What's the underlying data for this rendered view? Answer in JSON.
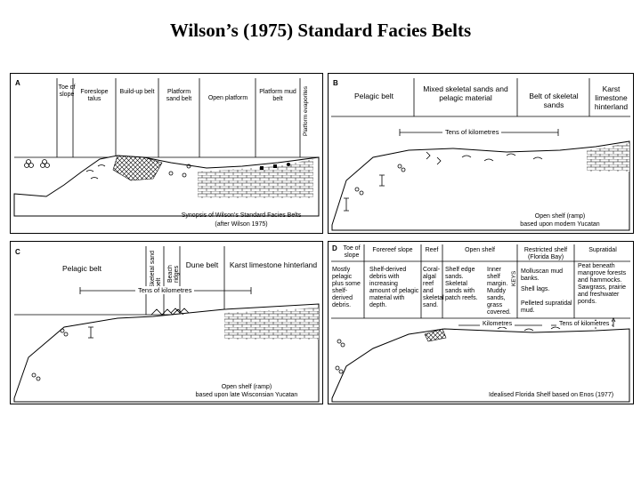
{
  "title": "Wilson’s (1975) Standard Facies Belts",
  "panelA": {
    "letter": "A",
    "belts": [
      "Toe of slope",
      "Foreslope talus",
      "Build-up belt",
      "Platform sand belt",
      "Open platform",
      "Platform mud belt",
      "Platform evaporites"
    ],
    "caption_line1": "Synopsis of Wilson’s Standard Facies Belts",
    "caption_line2": "(after Wilson 1975)"
  },
  "panelB": {
    "letter": "B",
    "belts": [
      "Pelagic belt",
      "Mixed skeletal sands and pelagic material",
      "Belt of skeletal sands",
      "Karst limestone hinterland"
    ],
    "scale": "Tens of kilometres",
    "caption_line1": "Open shelf (ramp)",
    "caption_line2": "based upon modern Yucatan"
  },
  "panelC": {
    "letter": "C",
    "belts": [
      "Pelagic belt",
      "Skeletal sand belt",
      "Beach ridges",
      "Dune belt",
      "Karst limestone hinterland"
    ],
    "scale": "Tens of kilometres",
    "caption_line1": "Open shelf (ramp)",
    "caption_line2": "based upon late Wisconsian Yucatan"
  },
  "panelD": {
    "letter": "D",
    "headers": [
      "Toe of slope",
      "Forereef slope",
      "Reef",
      "Open shelf",
      "Restricted shelf (Florida Bay)",
      "Supratidal"
    ],
    "desc": {
      "toe": "Mostly pelagic plus some shelf-derived debris.",
      "forereef": "Shelf-derived debris with increasing amount of pelagic material with depth.",
      "reef": "Coral-algal reef and skeletal sand.",
      "openshelf": "Shelf edge sands. Skeletal sands with patch reefs.",
      "inner": "Inner shelf margin. Muddy sands, grass covered.",
      "keys": "KEYS",
      "restricted1": "Molluscan mud banks.",
      "restricted2": "Shell lags.",
      "restricted3": "Pelleted supratidal mud.",
      "supratidal": "Peat beneath mangrove forests and hammocks. Sawgrass, prairie and freshwater ponds."
    },
    "scale_km": "Kilometres",
    "scale_tens": "Tens of kilometres",
    "caption": "Idealised Florida Shelf based on Enos (1977)"
  }
}
